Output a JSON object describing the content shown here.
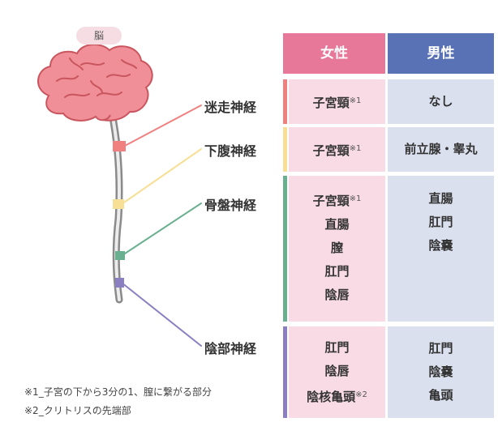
{
  "brain_label": "脳",
  "headers": {
    "female": "女性",
    "male": "男性"
  },
  "nerves": [
    {
      "name": "迷走神経",
      "color": "#f08080",
      "female": [
        {
          "t": "子宮頸",
          "sup": "※1"
        }
      ],
      "male": [
        {
          "t": "なし"
        }
      ]
    },
    {
      "name": "下腹神経",
      "color": "#f7df96",
      "female": [
        {
          "t": "子宮頸",
          "sup": "※1"
        }
      ],
      "male": [
        {
          "t": "前立腺・睾丸"
        }
      ]
    },
    {
      "name": "骨盤神経",
      "color": "#6aaf90",
      "female": [
        {
          "t": "子宮頸",
          "sup": "※1"
        },
        {
          "t": "直腸"
        },
        {
          "t": "膣"
        },
        {
          "t": "肛門"
        },
        {
          "t": "陰唇"
        }
      ],
      "male": [
        {
          "t": "直腸"
        },
        {
          "t": "肛門"
        },
        {
          "t": "陰嚢"
        }
      ]
    },
    {
      "name": "陰部神経",
      "color": "#8b7fc2",
      "female": [
        {
          "t": "肛門"
        },
        {
          "t": "陰唇"
        },
        {
          "t": "陰核亀頭",
          "sup": "※2"
        }
      ],
      "male": [
        {
          "t": "肛門"
        },
        {
          "t": "陰嚢"
        },
        {
          "t": "亀頭"
        }
      ]
    }
  ],
  "notes": [
    "※1_子宮の下から3分の1、膣に繋がる部分",
    "※2_クリトリスの先端部"
  ],
  "colors": {
    "female_header": "#e7789a",
    "male_header": "#5872b5",
    "brain": "#f08f97",
    "brain_dark": "#c4454f"
  }
}
